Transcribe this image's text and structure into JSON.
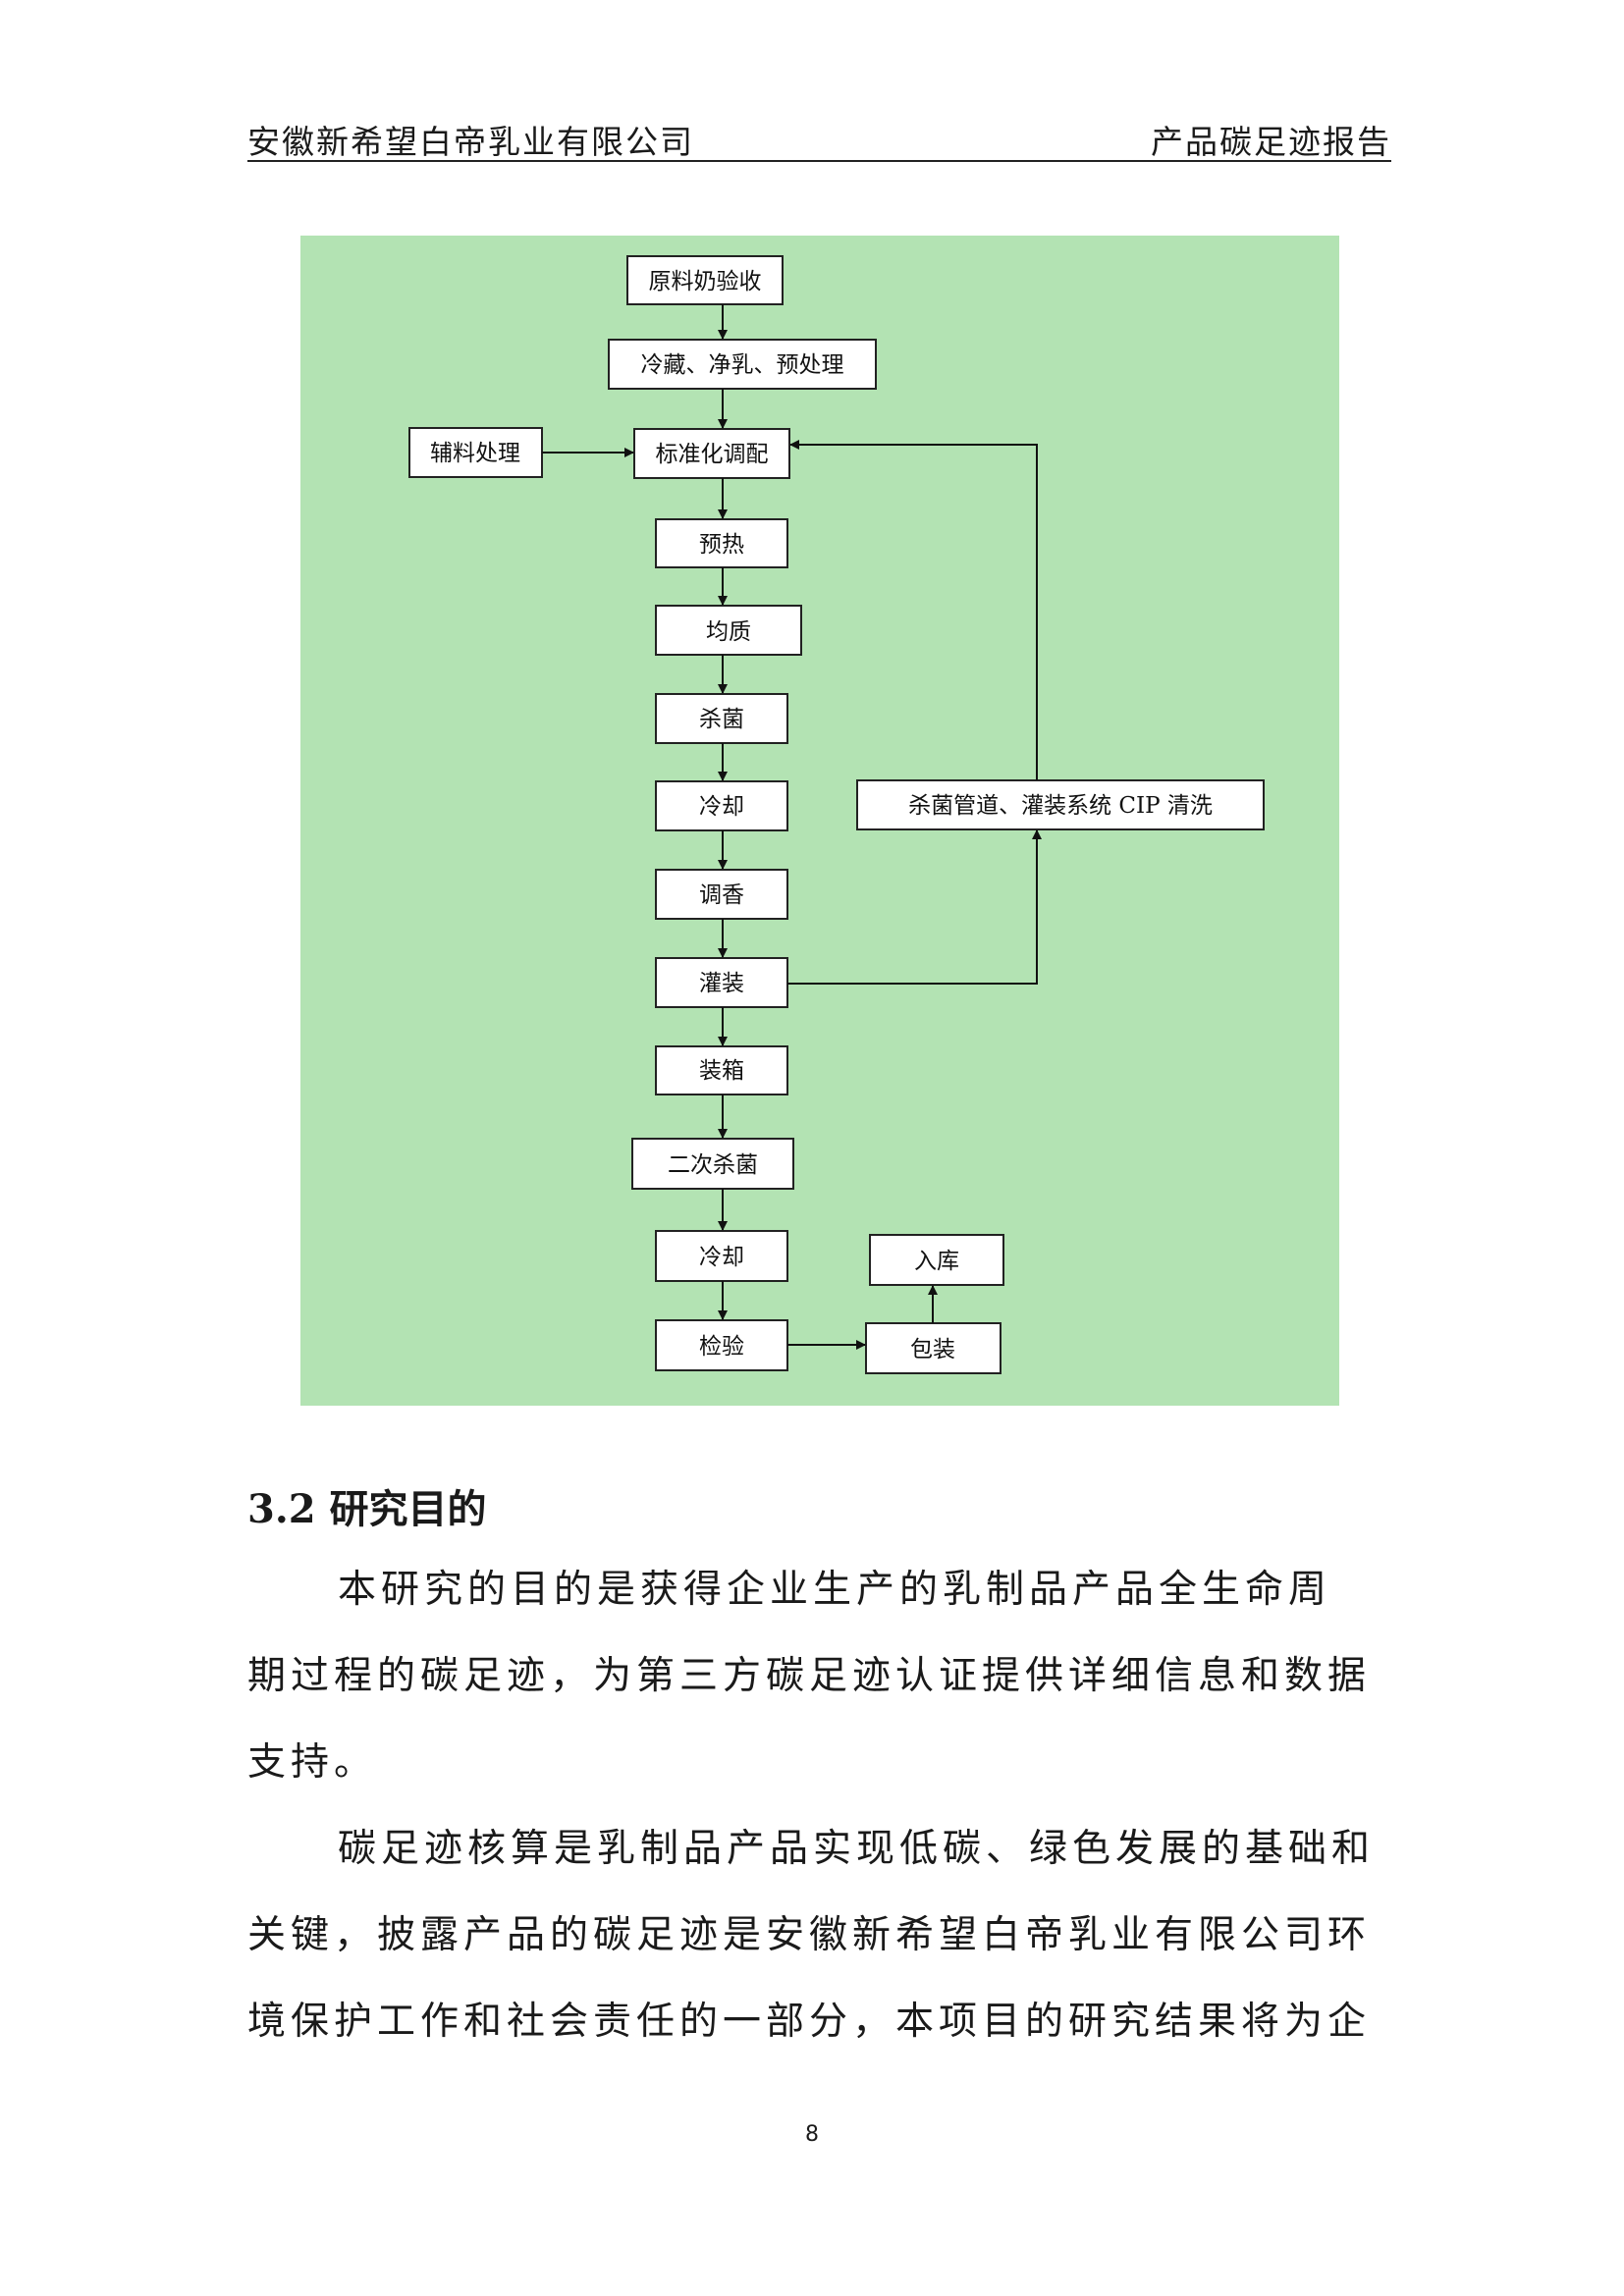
{
  "header": {
    "company": "安徽新希望白帝乳业有限公司",
    "report_title": "产品碳足迹报告"
  },
  "flowchart": {
    "steps": {
      "raw_milk": "原料奶验收",
      "cold_storage": "冷藏、净乳、预处理",
      "standardization": "标准化调配",
      "preheat": "预热",
      "homogenize": "均质",
      "sterilize": "杀菌",
      "cool_1": "冷却",
      "flavor": "调香",
      "filling": "灌装",
      "boxing": "装箱",
      "second_sterilize": "二次杀菌",
      "cool_2": "冷却",
      "inspection": "检验",
      "packaging": "包装",
      "warehousing": "入库"
    },
    "auxiliary": "辅料处理",
    "cip": "杀菌管道、灌装系统 CIP 清洗"
  },
  "section": {
    "heading": "3.2 研究目的",
    "lines": [
      "本研究的目的是获得企业生产的乳制品产品全生命周",
      "期过程的碳足迹，为第三方碳足迹认证提供详细信息和数据",
      "支持。",
      "碳足迹核算是乳制品产品实现低碳、绿色发展的基础和",
      "关键，披露产品的碳足迹是安徽新希望白帝乳业有限公司环",
      "境保护工作和社会责任的一部分，本项目的研究结果将为企"
    ]
  },
  "page_number": "8"
}
